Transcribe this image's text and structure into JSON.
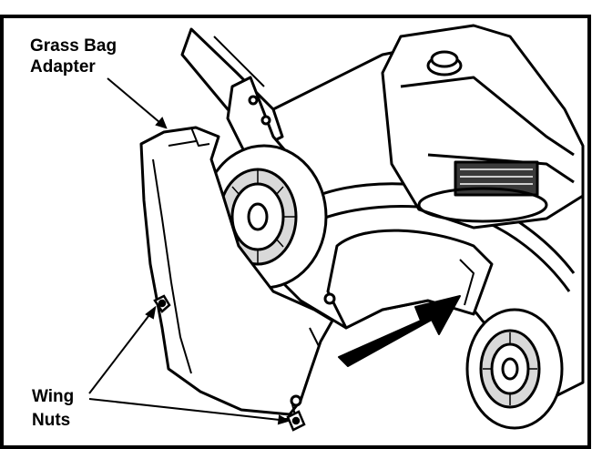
{
  "labels": {
    "grass_bag_adapter_line1": "Grass Bag",
    "grass_bag_adapter_line2": "Adapter",
    "wing_nuts_line1": "Wing",
    "wing_nuts_line2": "Nuts"
  },
  "colors": {
    "ink": "#000000",
    "paper": "#ffffff",
    "shade": "#d9d9d9",
    "dark_shade": "#3a3a3a"
  }
}
